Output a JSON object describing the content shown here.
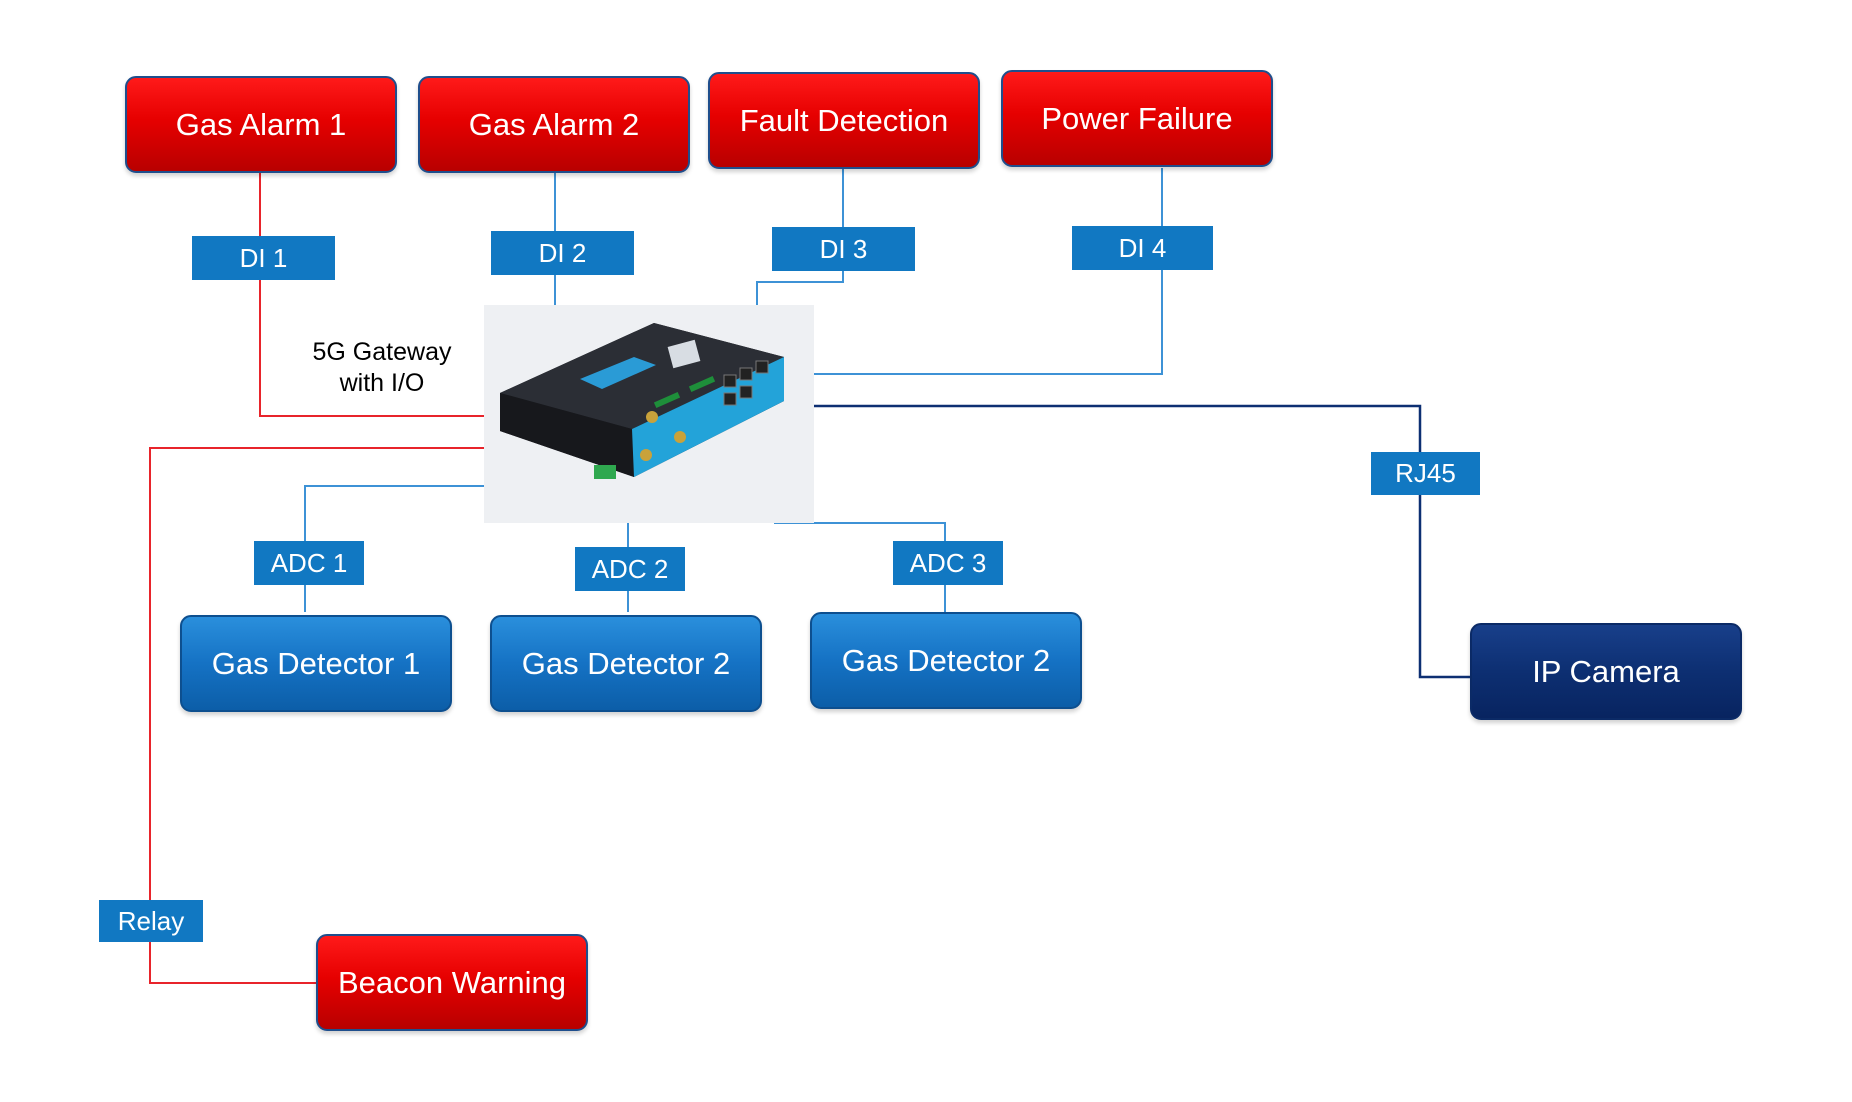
{
  "alarms": {
    "gas_alarm_1": "Gas Alarm 1",
    "gas_alarm_2": "Gas Alarm 2",
    "fault_detection": "Fault Detection",
    "power_failure": "Power Failure"
  },
  "inputs": {
    "di1": "DI 1",
    "di2": "DI 2",
    "di3": "DI 3",
    "di4": "DI 4"
  },
  "gateway": {
    "line1": "5G Gateway",
    "line2": "with I/O"
  },
  "analog": {
    "adc1": "ADC 1",
    "adc2": "ADC 2",
    "adc3": "ADC 3"
  },
  "detectors": {
    "detector_1": "Gas Detector 1",
    "detector_2": "Gas Detector 2",
    "detector_3": "Gas Detector 2"
  },
  "network": {
    "rj45": "RJ45",
    "ip_camera": "IP Camera"
  },
  "output": {
    "relay": "Relay",
    "beacon_warning": "Beacon Warning"
  },
  "colors": {
    "alarm_red": "#e60000",
    "detector_blue": "#1572c4",
    "camera_navy": "#0d2f72",
    "tag_blue": "#1178c2",
    "red_line": "#e8242b",
    "blue_line": "#3d92d6",
    "navy_line": "#0d2f72"
  }
}
